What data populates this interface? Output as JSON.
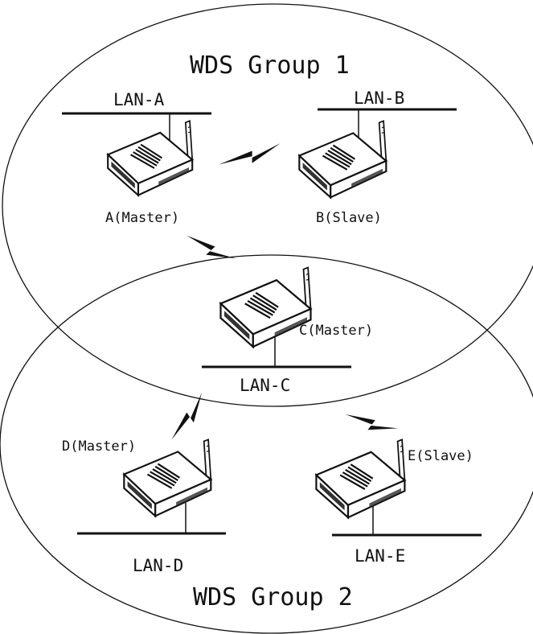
{
  "groups": {
    "group1": "WDS Group 1",
    "group2": "WDS Group 2"
  },
  "lans": {
    "a": "LAN-A",
    "b": "LAN-B",
    "c": "LAN-C",
    "d": "LAN-D",
    "e": "LAN-E"
  },
  "devices": {
    "a": "A(Master)",
    "b": "B(Slave)",
    "c": "C(Master)",
    "d": "D(Master)",
    "e": "E(Slave)"
  },
  "icons": {
    "device": "wireless-router-icon",
    "link": "wireless-link-icon"
  }
}
